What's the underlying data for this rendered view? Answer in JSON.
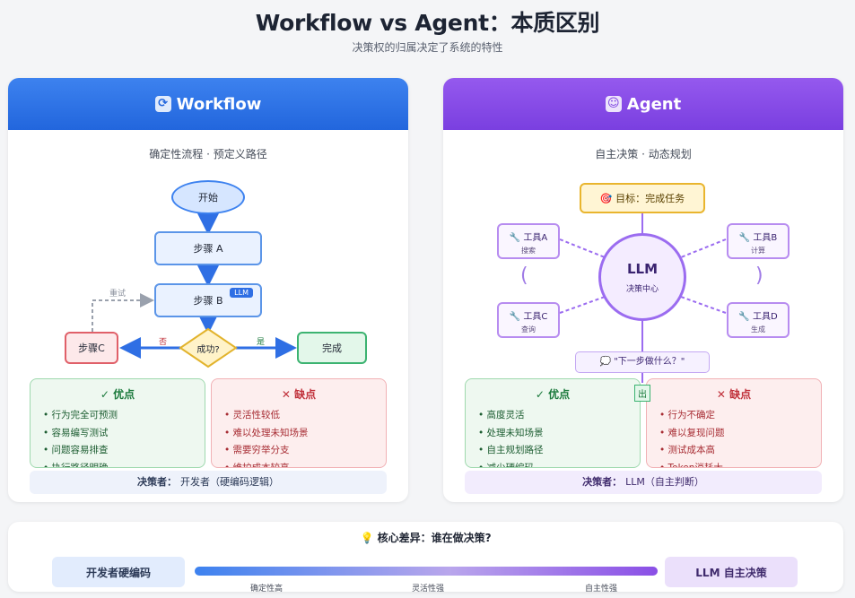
{
  "header": {
    "title": "Workflow vs Agent：本质区别",
    "subtitle": "决策权的归属决定了系统的特性"
  },
  "workflow": {
    "title": "Workflow",
    "icon": "refresh-icon",
    "subtitle": "确定性流程 · 预定义路径",
    "nodes": {
      "start": "开始",
      "step_a": "步骤 A",
      "step_b": "步骤 B",
      "step_b_tag": "LLM",
      "step_c": "步骤C",
      "decision": "成功?",
      "done": "完成"
    },
    "edge_labels": {
      "retry": "重试",
      "no": "否",
      "yes": "是"
    },
    "pros_title": "✓ 优点",
    "pros": [
      "行为完全可预测",
      "容易编写测试",
      "问题容易排查",
      "执行路径明确"
    ],
    "cons_title": "✕ 缺点",
    "cons": [
      "灵活性较低",
      "难以处理未知场景",
      "需要穷举分支",
      "维护成本较高"
    ],
    "decider_label": "决策者：",
    "decider_value": "开发者（硬编码逻辑）"
  },
  "agent": {
    "title": "Agent",
    "icon": "robot-icon",
    "subtitle": "自主决策 · 动态规划",
    "goal": "🎯 目标：完成任务",
    "llm_title": "LLM",
    "llm_sub": "决策中心",
    "tools": [
      {
        "name": "🔧 工具A",
        "desc": "搜索"
      },
      {
        "name": "🔧 工具B",
        "desc": "计算"
      },
      {
        "name": "🔧 工具C",
        "desc": "查询"
      },
      {
        "name": "🔧 工具D",
        "desc": "生成"
      }
    ],
    "paren_left": "(",
    "paren_right": ")",
    "speech": "💭 \"下一步做什么？\"",
    "output_label": "出",
    "pros_title": "✓ 优点",
    "pros": [
      "高度灵活",
      "处理未知场景",
      "自主规划路径",
      "减少硬编码"
    ],
    "cons_title": "✕ 缺点",
    "cons": [
      "行为不确定",
      "难以复现问题",
      "测试成本高",
      "Token消耗大"
    ],
    "decider_label": "决策者：",
    "decider_value": "LLM（自主判断）"
  },
  "core": {
    "title": "💡 核心差异：谁在做决策?",
    "left": "开发者硬编码",
    "right": "LLM 自主决策",
    "scale": [
      "确定性高",
      "灵活性强",
      "自主性强"
    ]
  },
  "colors": {
    "workflow_accent": "#2266dd",
    "agent_accent": "#7a3fe0",
    "pro_green": "#1b7a3c",
    "con_red": "#c0303a",
    "goal_yellow": "#e9b52e"
  }
}
